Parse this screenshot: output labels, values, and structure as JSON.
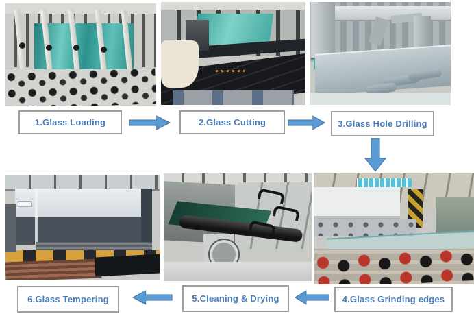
{
  "page": {
    "type": "glass-processing-flow-diagram",
    "background": "#ffffff"
  },
  "colors": {
    "label_text": "#4a7ebb",
    "box_border": "#9e9e9e",
    "box_background": "#ffffff",
    "arrow_fill": "#5b9bd5",
    "arrow_border": "#41719c"
  },
  "steps": [
    {
      "order": 1,
      "label": "1.Glass Loading",
      "photo": "glass-loading-rack-with-teal-glass-sheets"
    },
    {
      "order": 2,
      "label": "2.Glass Cutting",
      "photo": "glass-cutting-table-with-gantry"
    },
    {
      "order": 3,
      "label": "3.Glass Hole Drilling",
      "photo": "glass-hole-drilling-machine"
    },
    {
      "order": 4,
      "label": "4.Glass Grinding edges",
      "photo": "glass-edge-grinding-line-with-rollers"
    },
    {
      "order": 5,
      "label": "5.Cleaning & Drying",
      "photo": "stainless-washing-drying-machine"
    },
    {
      "order": 6,
      "label": "6.Glass Tempering",
      "photo": "glass-tempering-furnace"
    }
  ],
  "arrows": [
    {
      "from": 1,
      "to": 2,
      "direction": "right"
    },
    {
      "from": 2,
      "to": 3,
      "direction": "right"
    },
    {
      "from": 3,
      "to": 4,
      "direction": "down"
    },
    {
      "from": 4,
      "to": 5,
      "direction": "left"
    },
    {
      "from": 5,
      "to": 6,
      "direction": "left"
    }
  ]
}
